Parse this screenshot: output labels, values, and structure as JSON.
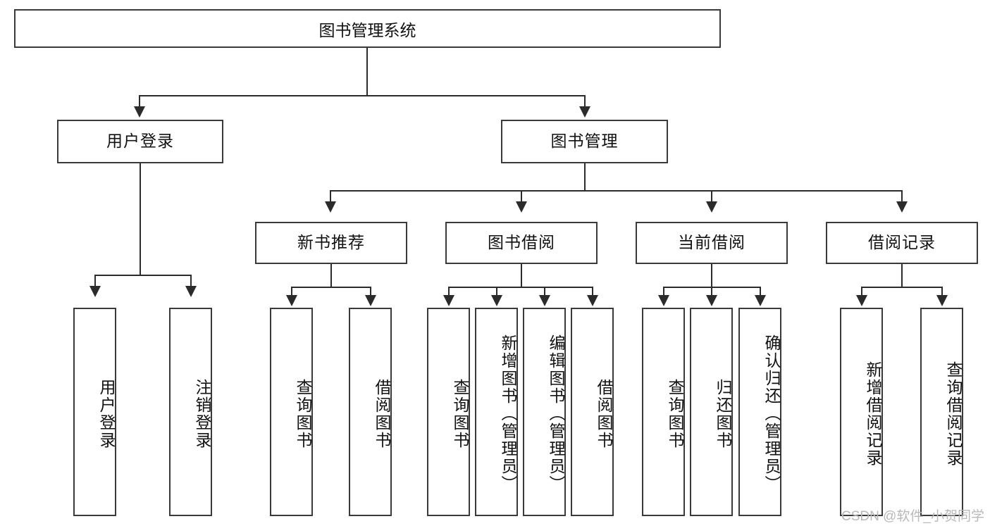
{
  "diagram": {
    "title": "图书管理系统",
    "type": "tree",
    "root": {
      "label": "图书管理系统"
    },
    "level2": [
      {
        "label": "用户登录"
      },
      {
        "label": "图书管理"
      }
    ],
    "level3": [
      {
        "label": "新书推荐"
      },
      {
        "label": "图书借阅"
      },
      {
        "label": "当前借阅"
      },
      {
        "label": "借阅记录"
      }
    ],
    "leaves": {
      "user_login": [
        {
          "label": "用户登录"
        },
        {
          "label": "注销登录"
        }
      ],
      "new_book_recommend": [
        {
          "label": "查询图书"
        },
        {
          "label": "借阅图书"
        }
      ],
      "book_borrow": [
        {
          "label": "查询图书"
        },
        {
          "label": "新增图书（管理员）"
        },
        {
          "label": "编辑图书（管理员）"
        },
        {
          "label": "借阅图书"
        }
      ],
      "current_borrow": [
        {
          "label": "查询图书"
        },
        {
          "label": "归还图书"
        },
        {
          "label": "确认归还（管理员）"
        }
      ],
      "borrow_record": [
        {
          "label": "新增借阅记录"
        },
        {
          "label": "查询借阅记录"
        }
      ]
    }
  },
  "watermark": {
    "text": "CSDN @软件_小贺同学"
  },
  "colors": {
    "box_border": "#3a3a3a",
    "line": "#2b2b2b",
    "text": "#111111",
    "background": "#ffffff",
    "watermark": "#b9b9b9"
  }
}
